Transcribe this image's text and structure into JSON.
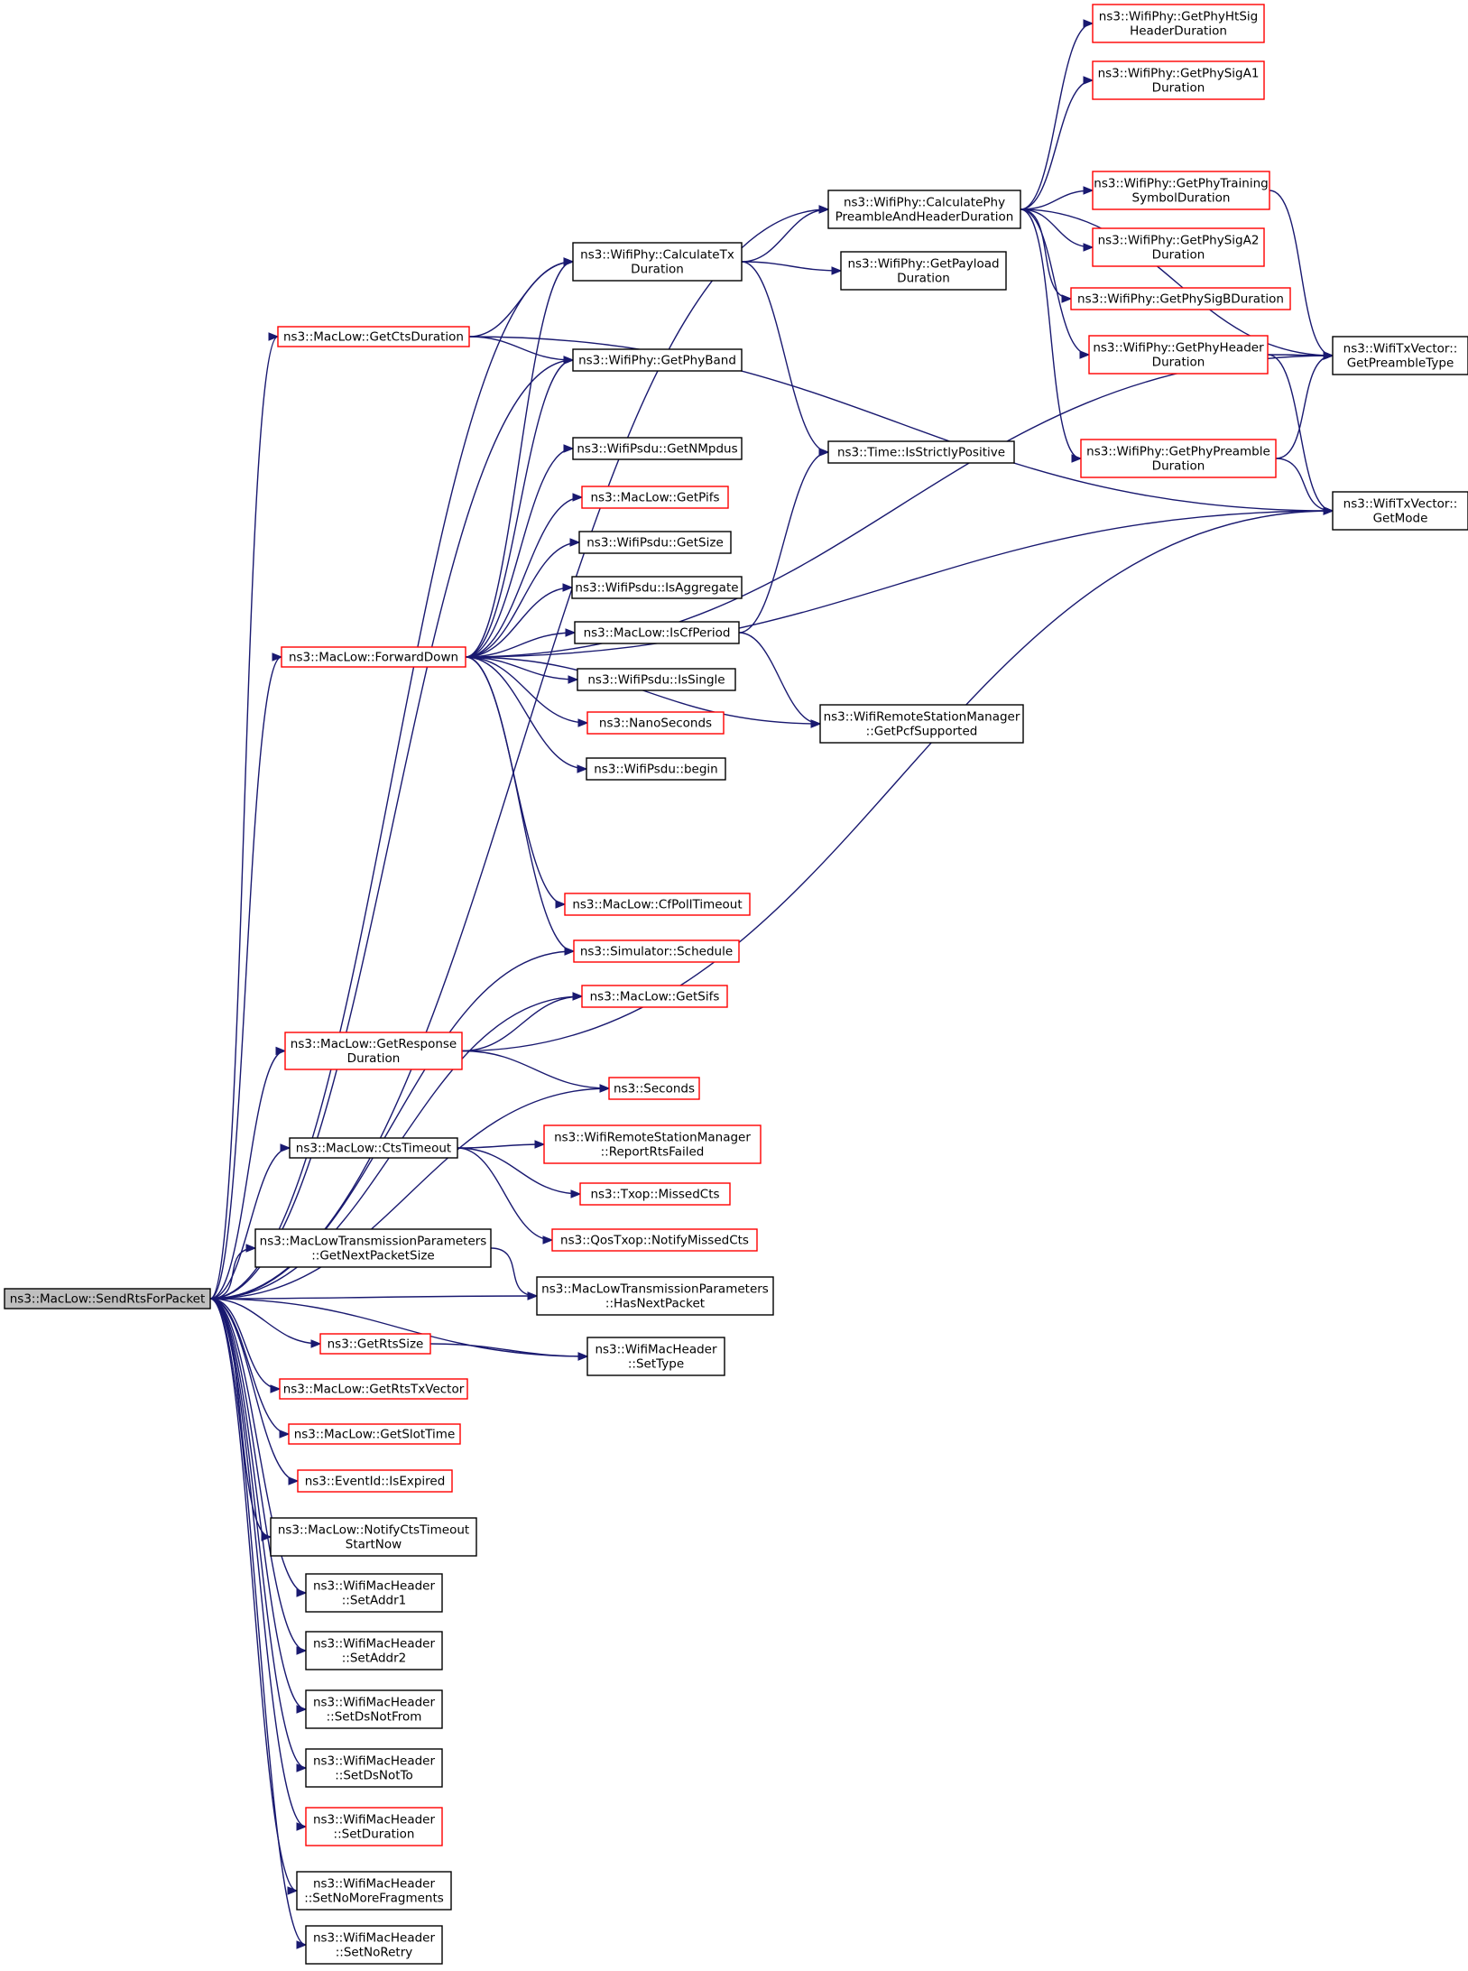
{
  "colors": {
    "edge": "#191970",
    "box_normal": "#000000",
    "box_truncated": "#ff0000",
    "box_root_fill": "#bfbfbf",
    "box_fill": "#ffffff"
  },
  "nodes": [
    {
      "id": "root",
      "lines": [
        "ns3::MacLow::SendRtsForPacket"
      ],
      "style": "root"
    },
    {
      "id": "getphyhtsig",
      "lines": [
        "ns3::WifiPhy::GetPhyHtSig",
        "HeaderDuration"
      ],
      "style": "truncated"
    },
    {
      "id": "getphysiga1",
      "lines": [
        "ns3::WifiPhy::GetPhySigA1",
        "Duration"
      ],
      "style": "truncated"
    },
    {
      "id": "calcpreamble",
      "lines": [
        "ns3::WifiPhy::CalculatePhy",
        "PreambleAndHeaderDuration"
      ],
      "style": "normal"
    },
    {
      "id": "getphytraining",
      "lines": [
        "ns3::WifiPhy::GetPhyTraining",
        "SymbolDuration"
      ],
      "style": "truncated"
    },
    {
      "id": "getphysiga2",
      "lines": [
        "ns3::WifiPhy::GetPhySigA2",
        "Duration"
      ],
      "style": "truncated"
    },
    {
      "id": "calctx",
      "lines": [
        "ns3::WifiPhy::CalculateTx",
        "Duration"
      ],
      "style": "normal"
    },
    {
      "id": "getpayload",
      "lines": [
        "ns3::WifiPhy::GetPayload",
        "Duration"
      ],
      "style": "normal"
    },
    {
      "id": "getphysigb",
      "lines": [
        "ns3::WifiPhy::GetPhySigBDuration"
      ],
      "style": "truncated"
    },
    {
      "id": "getctsduration",
      "lines": [
        "ns3::MacLow::GetCtsDuration"
      ],
      "style": "truncated"
    },
    {
      "id": "getphyband",
      "lines": [
        "ns3::WifiPhy::GetPhyBand"
      ],
      "style": "normal"
    },
    {
      "id": "getphyheader",
      "lines": [
        "ns3::WifiPhy::GetPhyHeader",
        "Duration"
      ],
      "style": "truncated"
    },
    {
      "id": "getpreambletype",
      "lines": [
        "ns3::WifiTxVector::",
        "GetPreambleType"
      ],
      "style": "normal"
    },
    {
      "id": "getnmpdus",
      "lines": [
        "ns3::WifiPsdu::GetNMpdus"
      ],
      "style": "normal"
    },
    {
      "id": "isstrictlypositive",
      "lines": [
        "ns3::Time::IsStrictlyPositive"
      ],
      "style": "normal"
    },
    {
      "id": "getphypreamble",
      "lines": [
        "ns3::WifiPhy::GetPhyPreamble",
        "Duration"
      ],
      "style": "truncated"
    },
    {
      "id": "getpifs",
      "lines": [
        "ns3::MacLow::GetPifs"
      ],
      "style": "truncated"
    },
    {
      "id": "getmode",
      "lines": [
        "ns3::WifiTxVector::",
        "GetMode"
      ],
      "style": "normal"
    },
    {
      "id": "getsize",
      "lines": [
        "ns3::WifiPsdu::GetSize"
      ],
      "style": "normal"
    },
    {
      "id": "isaggregate",
      "lines": [
        "ns3::WifiPsdu::IsAggregate"
      ],
      "style": "normal"
    },
    {
      "id": "iscfperiod",
      "lines": [
        "ns3::MacLow::IsCfPeriod"
      ],
      "style": "normal"
    },
    {
      "id": "forwarddown",
      "lines": [
        "ns3::MacLow::ForwardDown"
      ],
      "style": "truncated"
    },
    {
      "id": "issingle",
      "lines": [
        "ns3::WifiPsdu::IsSingle"
      ],
      "style": "normal"
    },
    {
      "id": "getpcfsupported",
      "lines": [
        "ns3::WifiRemoteStationManager",
        "::GetPcfSupported"
      ],
      "style": "normal"
    },
    {
      "id": "nanoseconds",
      "lines": [
        "ns3::NanoSeconds"
      ],
      "style": "truncated"
    },
    {
      "id": "begin",
      "lines": [
        "ns3::WifiPsdu::begin"
      ],
      "style": "normal"
    },
    {
      "id": "cfpolltimeout",
      "lines": [
        "ns3::MacLow::CfPollTimeout"
      ],
      "style": "truncated"
    },
    {
      "id": "schedule",
      "lines": [
        "ns3::Simulator::Schedule"
      ],
      "style": "truncated"
    },
    {
      "id": "getsifs",
      "lines": [
        "ns3::MacLow::GetSifs"
      ],
      "style": "truncated"
    },
    {
      "id": "getresponseduration",
      "lines": [
        "ns3::MacLow::GetResponse",
        "Duration"
      ],
      "style": "truncated"
    },
    {
      "id": "seconds",
      "lines": [
        "ns3::Seconds"
      ],
      "style": "truncated"
    },
    {
      "id": "ctstimeout",
      "lines": [
        "ns3::MacLow::CtsTimeout"
      ],
      "style": "normal"
    },
    {
      "id": "reportrtsfailed",
      "lines": [
        "ns3::WifiRemoteStationManager",
        "::ReportRtsFailed"
      ],
      "style": "truncated"
    },
    {
      "id": "missedcts",
      "lines": [
        "ns3::Txop::MissedCts"
      ],
      "style": "truncated"
    },
    {
      "id": "notifymissedcts",
      "lines": [
        "ns3::QosTxop::NotifyMissedCts"
      ],
      "style": "truncated"
    },
    {
      "id": "getnextpacketsize",
      "lines": [
        "ns3::MacLowTransmissionParameters",
        "::GetNextPacketSize"
      ],
      "style": "normal"
    },
    {
      "id": "hasnextpacket",
      "lines": [
        "ns3::MacLowTransmissionParameters",
        "::HasNextPacket"
      ],
      "style": "normal"
    },
    {
      "id": "getrtssize",
      "lines": [
        "ns3::GetRtsSize"
      ],
      "style": "truncated"
    },
    {
      "id": "settype",
      "lines": [
        "ns3::WifiMacHeader",
        "::SetType"
      ],
      "style": "normal"
    },
    {
      "id": "getrtstxvector",
      "lines": [
        "ns3::MacLow::GetRtsTxVector"
      ],
      "style": "truncated"
    },
    {
      "id": "getslottime",
      "lines": [
        "ns3::MacLow::GetSlotTime"
      ],
      "style": "truncated"
    },
    {
      "id": "isexpired",
      "lines": [
        "ns3::EventId::IsExpired"
      ],
      "style": "truncated"
    },
    {
      "id": "notifyctstimeout",
      "lines": [
        "ns3::MacLow::NotifyCtsTimeout",
        "StartNow"
      ],
      "style": "normal"
    },
    {
      "id": "setaddr1",
      "lines": [
        "ns3::WifiMacHeader",
        "::SetAddr1"
      ],
      "style": "normal"
    },
    {
      "id": "setaddr2",
      "lines": [
        "ns3::WifiMacHeader",
        "::SetAddr2"
      ],
      "style": "normal"
    },
    {
      "id": "setdsnotfrom",
      "lines": [
        "ns3::WifiMacHeader",
        "::SetDsNotFrom"
      ],
      "style": "normal"
    },
    {
      "id": "setdsnotto",
      "lines": [
        "ns3::WifiMacHeader",
        "::SetDsNotTo"
      ],
      "style": "normal"
    },
    {
      "id": "setduration",
      "lines": [
        "ns3::WifiMacHeader",
        "::SetDuration"
      ],
      "style": "truncated"
    },
    {
      "id": "setnomorefragments",
      "lines": [
        "ns3::WifiMacHeader",
        "::SetNoMoreFragments"
      ],
      "style": "normal"
    },
    {
      "id": "setnoretry",
      "lines": [
        "ns3::WifiMacHeader",
        "::SetNoRetry"
      ],
      "style": "normal"
    }
  ],
  "edges": [
    {
      "from": "root",
      "to": "calcpreamble"
    },
    {
      "from": "root",
      "to": "calctx"
    },
    {
      "from": "root",
      "to": "getctsduration"
    },
    {
      "from": "root",
      "to": "getphyband"
    },
    {
      "from": "root",
      "to": "forwarddown"
    },
    {
      "from": "root",
      "to": "schedule"
    },
    {
      "from": "root",
      "to": "getsifs"
    },
    {
      "from": "root",
      "to": "getresponseduration"
    },
    {
      "from": "root",
      "to": "seconds"
    },
    {
      "from": "root",
      "to": "ctstimeout"
    },
    {
      "from": "root",
      "to": "hasnextpacket"
    },
    {
      "from": "root",
      "to": "getnextpacketsize"
    },
    {
      "from": "root",
      "to": "settype"
    },
    {
      "from": "root",
      "to": "getrtssize"
    },
    {
      "from": "root",
      "to": "getrtstxvector"
    },
    {
      "from": "root",
      "to": "getslottime"
    },
    {
      "from": "root",
      "to": "isexpired"
    },
    {
      "from": "root",
      "to": "notifyctstimeout"
    },
    {
      "from": "root",
      "to": "setaddr1"
    },
    {
      "from": "root",
      "to": "setaddr2"
    },
    {
      "from": "root",
      "to": "setdsnotfrom"
    },
    {
      "from": "root",
      "to": "setdsnotto"
    },
    {
      "from": "root",
      "to": "setduration"
    },
    {
      "from": "root",
      "to": "setnomorefragments"
    },
    {
      "from": "root",
      "to": "setnoretry"
    },
    {
      "from": "calcpreamble",
      "to": "getphyhtsig"
    },
    {
      "from": "calcpreamble",
      "to": "getphysiga1"
    },
    {
      "from": "calcpreamble",
      "to": "getpreambletype"
    },
    {
      "from": "calcpreamble",
      "to": "getphytraining"
    },
    {
      "from": "calcpreamble",
      "to": "getphysiga2"
    },
    {
      "from": "calcpreamble",
      "to": "getphysigb"
    },
    {
      "from": "calcpreamble",
      "to": "getphyheader"
    },
    {
      "from": "calcpreamble",
      "to": "getphypreamble"
    },
    {
      "from": "getphytraining",
      "to": "getpreambletype"
    },
    {
      "from": "getphyheader",
      "to": "getpreambletype"
    },
    {
      "from": "getphyheader",
      "to": "getmode"
    },
    {
      "from": "getphypreamble",
      "to": "getpreambletype"
    },
    {
      "from": "getphypreamble",
      "to": "getmode"
    },
    {
      "from": "calctx",
      "to": "calcpreamble"
    },
    {
      "from": "calctx",
      "to": "getpayload"
    },
    {
      "from": "calctx",
      "to": "isstrictlypositive"
    },
    {
      "from": "getctsduration",
      "to": "calctx"
    },
    {
      "from": "getctsduration",
      "to": "getphyband"
    },
    {
      "from": "getctsduration",
      "to": "getmode"
    },
    {
      "from": "forwarddown",
      "to": "calctx"
    },
    {
      "from": "forwarddown",
      "to": "getphyband"
    },
    {
      "from": "forwarddown",
      "to": "getpreambletype"
    },
    {
      "from": "forwarddown",
      "to": "getnmpdus"
    },
    {
      "from": "forwarddown",
      "to": "getpifs"
    },
    {
      "from": "forwarddown",
      "to": "getsize"
    },
    {
      "from": "forwarddown",
      "to": "isaggregate"
    },
    {
      "from": "forwarddown",
      "to": "iscfperiod"
    },
    {
      "from": "forwarddown",
      "to": "issingle"
    },
    {
      "from": "forwarddown",
      "to": "nanoseconds"
    },
    {
      "from": "forwarddown",
      "to": "begin"
    },
    {
      "from": "forwarddown",
      "to": "getpcfsupported"
    },
    {
      "from": "forwarddown",
      "to": "getmode"
    },
    {
      "from": "forwarddown",
      "to": "cfpolltimeout"
    },
    {
      "from": "forwarddown",
      "to": "schedule"
    },
    {
      "from": "iscfperiod",
      "to": "isstrictlypositive"
    },
    {
      "from": "iscfperiod",
      "to": "getpcfsupported"
    },
    {
      "from": "getresponseduration",
      "to": "getsifs"
    },
    {
      "from": "getresponseduration",
      "to": "seconds"
    },
    {
      "from": "getresponseduration",
      "to": "getmode"
    },
    {
      "from": "ctstimeout",
      "to": "reportrtsfailed"
    },
    {
      "from": "ctstimeout",
      "to": "missedcts"
    },
    {
      "from": "ctstimeout",
      "to": "notifymissedcts"
    },
    {
      "from": "getnextpacketsize",
      "to": "hasnextpacket"
    },
    {
      "from": "getrtssize",
      "to": "settype"
    }
  ]
}
